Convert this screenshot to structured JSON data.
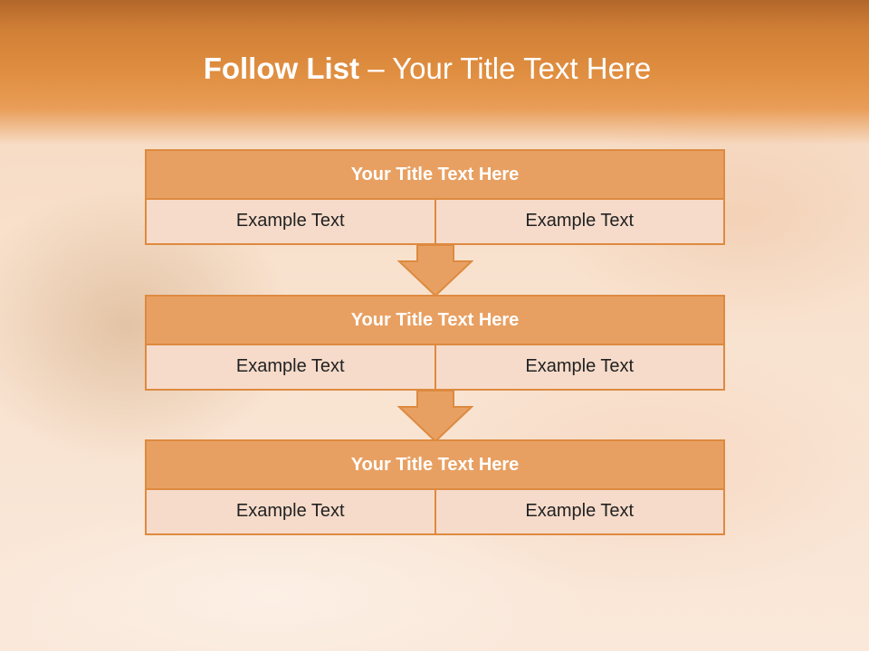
{
  "slide": {
    "title_bold": "Follow List",
    "title_rest": " – Your Title Text Here"
  },
  "steps": [
    {
      "title": "Your Title Text Here",
      "left": "Example Text",
      "right": "Example Text"
    },
    {
      "title": "Your Title Text Here",
      "left": "Example Text",
      "right": "Example Text"
    },
    {
      "title": "Your Title Text Here",
      "left": "Example Text",
      "right": "Example Text"
    }
  ],
  "colors": {
    "accent": "#e08e40",
    "box_title": "#e8a062",
    "box_cell": "#f6dbca",
    "border": "#dd8a40"
  }
}
